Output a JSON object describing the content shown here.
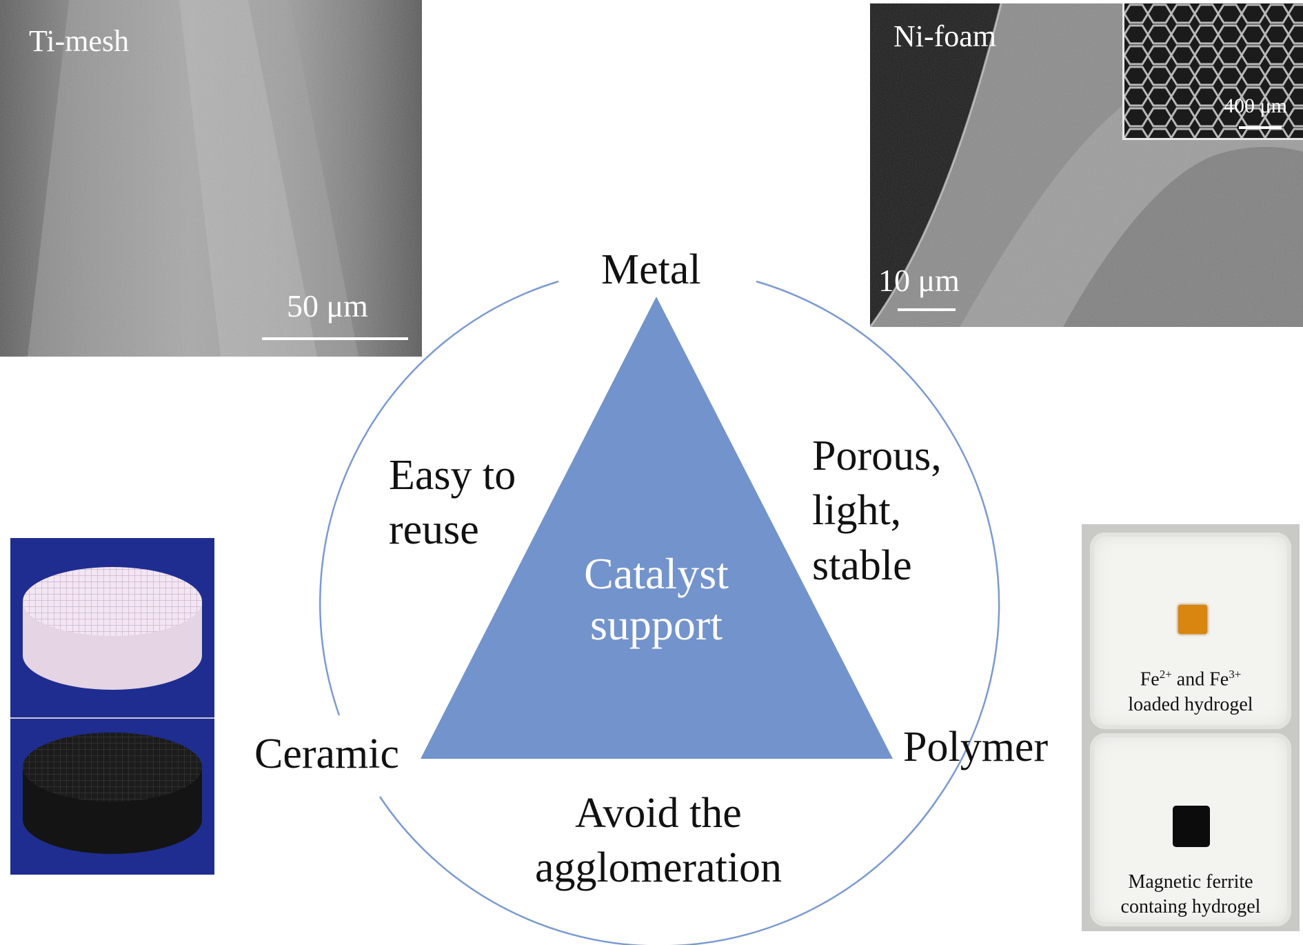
{
  "diagram": {
    "center_label_line1": "Catalyst",
    "center_label_line2": "support",
    "vertices": {
      "metal": "Metal",
      "ceramic": "Ceramic",
      "polymer": "Polymer"
    },
    "properties": {
      "left_line1": "Easy to",
      "left_line2": "reuse",
      "right_line1": "Porous,",
      "right_line2": "light,",
      "right_line3": "stable",
      "bottom_line1": "Avoid the",
      "bottom_line2": "agglomeration"
    }
  },
  "images": {
    "ti_mesh": {
      "title": "Ti-mesh",
      "scale": "50 μm"
    },
    "ni_foam": {
      "title": "Ni-foam",
      "scale": "10 μm",
      "inset_scale": "400 μm"
    },
    "hydrogel": {
      "top_caption_a": "Fe",
      "top_sup_a": "2+",
      "top_caption_b": " and Fe",
      "top_sup_b": "3+",
      "top_caption_line2": "loaded hydrogel",
      "bottom_caption_line1": "Magnetic ferrite",
      "bottom_caption_line2": "containg hydrogel"
    }
  },
  "colors": {
    "triangle_fill": "#7393cc",
    "circle_stroke": "#7a9ad0",
    "ceramic_background": "#1e2a8c"
  }
}
